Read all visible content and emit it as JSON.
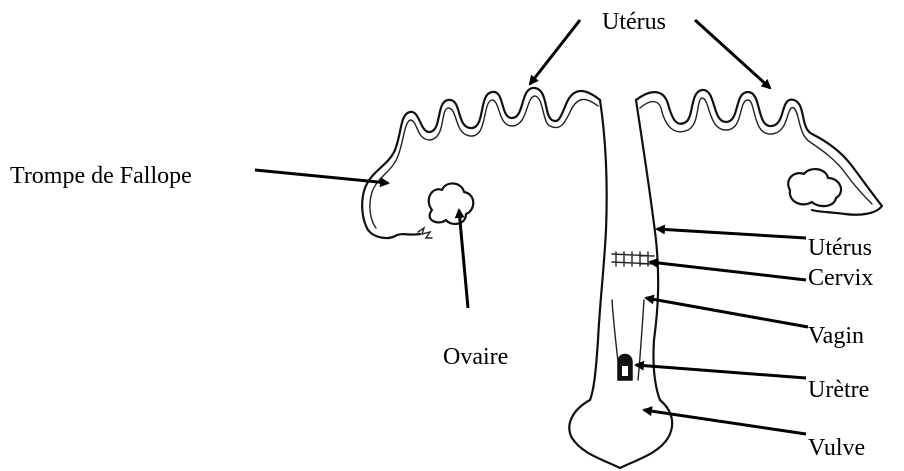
{
  "labels": {
    "uterus_top": "Utérus",
    "fallopian": "Trompe de Fallope",
    "ovary": "Ovaire",
    "uterus_right": "Utérus",
    "cervix": "Cervix",
    "vagina": "Vagin",
    "urethra": "Urètre",
    "vulva": "Vulve"
  }
}
